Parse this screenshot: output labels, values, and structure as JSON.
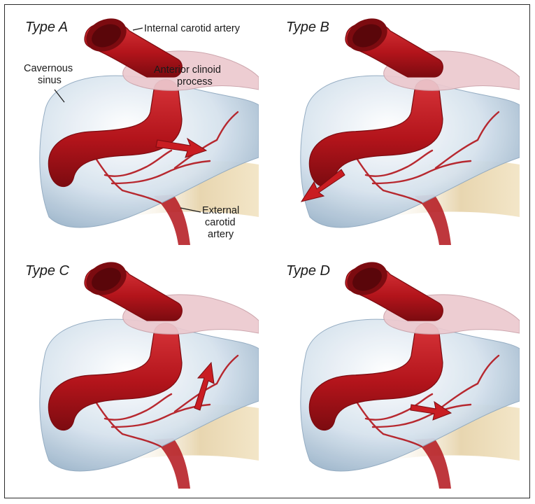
{
  "panels": [
    {
      "id": "A",
      "label": "Type A",
      "arrow": "medial"
    },
    {
      "id": "B",
      "label": "Type B",
      "arrow": "posterior-inferior"
    },
    {
      "id": "C",
      "label": "Type C",
      "arrow": "superior"
    },
    {
      "id": "D",
      "label": "Type D",
      "arrow": "anterior"
    }
  ],
  "annotations": {
    "ica": "Internal carotid artery",
    "cs_line1": "Cavernous",
    "cs_line2": "sinus",
    "acp_line1": "Anterior clinoid",
    "acp_line2": "process",
    "eca_line1": "External",
    "eca_line2": "carotid",
    "eca_line3": "artery"
  },
  "colors": {
    "artery": "#b3141b",
    "artery_dark": "#7c0b10",
    "sinus": "#d7e3ee",
    "bone": "#e8d6b0",
    "clinoid": "#ecc9cf"
  }
}
